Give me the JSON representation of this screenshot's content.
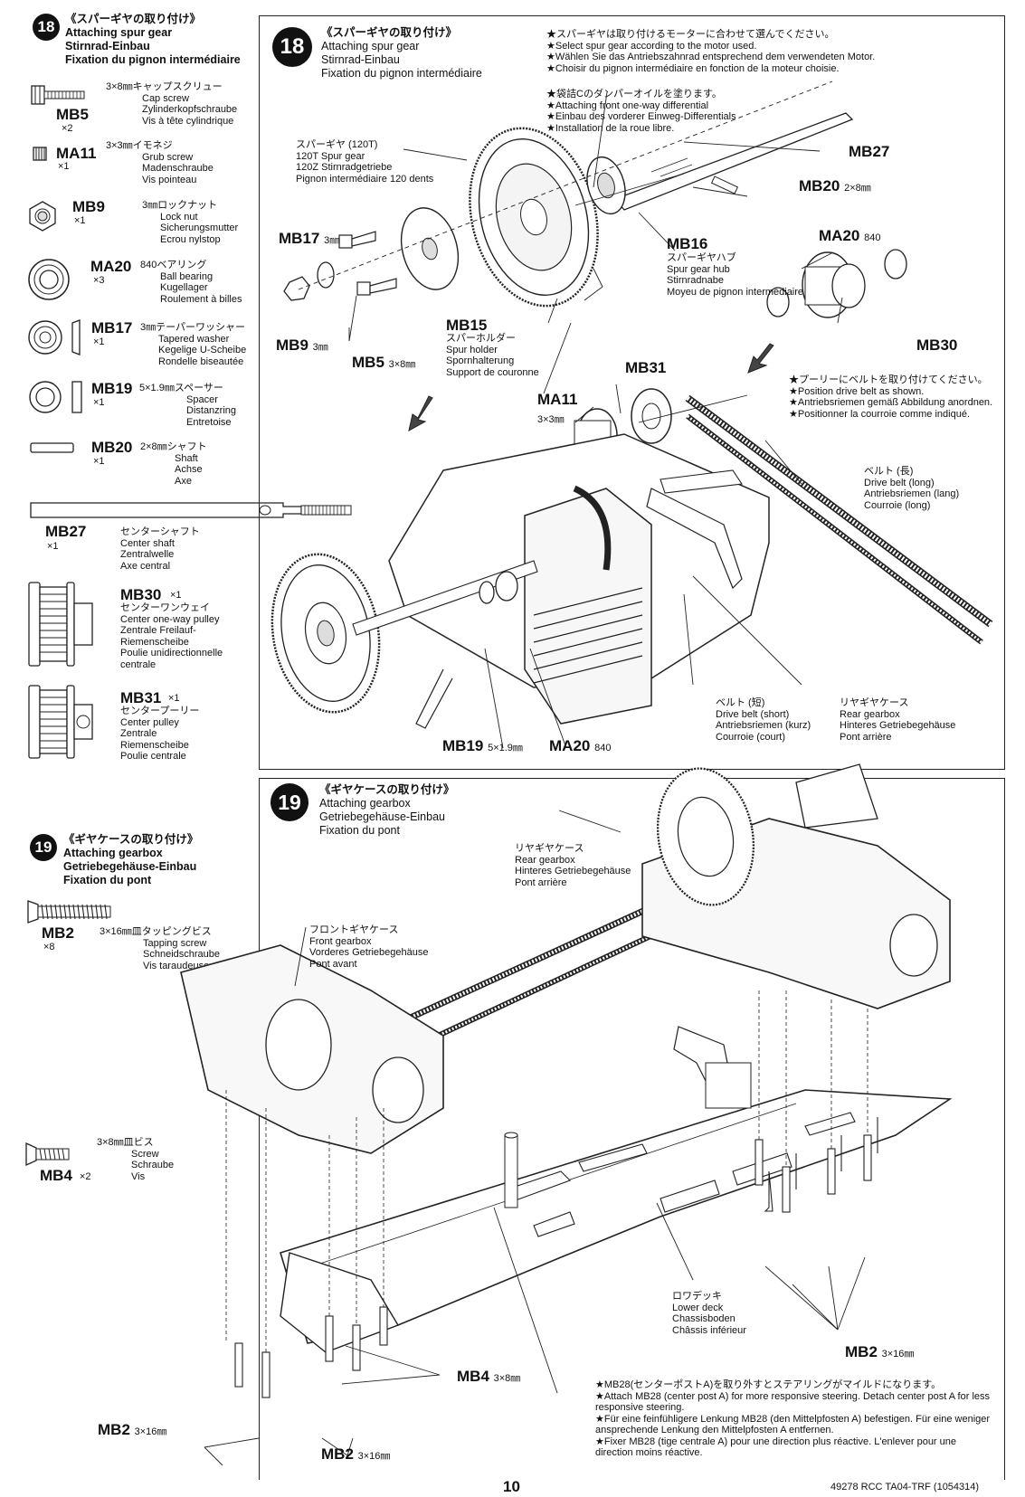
{
  "sidebar18": {
    "step": "18",
    "title_jp": "《スパーギヤの取り付け》",
    "title_en": "Attaching spur gear",
    "title_de": "Stirnrad-Einbau",
    "title_fr": "Fixation du pignon intermédiaire",
    "parts": [
      {
        "code": "MB5",
        "qty": "×2",
        "size_jp": "3×8㎜キャップスクリュー",
        "en": "Cap screw",
        "de": "Zylinderkopfschraube",
        "fr": "Vis à tête cylindrique",
        "icon": "cap-screw"
      },
      {
        "code": "MA11",
        "qty": "×1",
        "size_jp": "3×3㎜イモネジ",
        "en": "Grub screw",
        "de": "Madenschraube",
        "fr": "Vis pointeau",
        "icon": "grub-screw"
      },
      {
        "code": "MB9",
        "qty": "×1",
        "size_jp": "3㎜ロックナット",
        "en": "Lock nut",
        "de": "Sicherungsmutter",
        "fr": "Ecrou nylstop",
        "icon": "lock-nut"
      },
      {
        "code": "MA20",
        "qty": "×3",
        "size_jp": "840ベアリング",
        "en": "Ball bearing",
        "de": "Kugellager",
        "fr": "Roulement à billes",
        "icon": "ball-bearing"
      },
      {
        "code": "MB17",
        "qty": "×1",
        "size_jp": "3㎜テーパーワッシャー",
        "en": "Tapered washer",
        "de": "Kegelige U-Scheibe",
        "fr": "Rondelle biseautée",
        "icon": "tapered-washer"
      },
      {
        "code": "MB19",
        "qty": "×1",
        "size_jp": "5×1.9㎜スペーサー",
        "en": "Spacer",
        "de": "Distanzring",
        "fr": "Entretoise",
        "icon": "spacer"
      },
      {
        "code": "MB20",
        "qty": "×1",
        "size_jp": "2×8㎜シャフト",
        "en": "Shaft",
        "de": "Achse",
        "fr": "Axe",
        "icon": "shaft"
      },
      {
        "code": "MB27",
        "qty": "×1",
        "size_jp": "センターシャフト",
        "en": "Center shaft",
        "de": "Zentralwelle",
        "fr": "Axe central",
        "icon": "center-shaft"
      },
      {
        "code": "MB30",
        "qty": "×1",
        "size_jp": "センターワンウェイ",
        "en": "Center one-way pulley",
        "de": "Zentrale Freilauf-Riemenscheibe",
        "fr": "Poulie unidirectionnelle centrale",
        "icon": "one-way-pulley"
      },
      {
        "code": "MB31",
        "qty": "×1",
        "size_jp": "センタープーリー",
        "en": "Center pulley",
        "de": "Zentrale Riemenscheibe",
        "fr": "Poulie centrale",
        "icon": "center-pulley"
      }
    ]
  },
  "sidebar19": {
    "step": "19",
    "title_jp": "《ギヤケースの取り付け》",
    "title_en": "Attaching gearbox",
    "title_de": "Getriebegehäuse-Einbau",
    "title_fr": "Fixation du pont",
    "parts": [
      {
        "code": "MB2",
        "qty": "×8",
        "size_jp": "3×16㎜皿タッピングビス",
        "en": "Tapping screw",
        "de": "Schneidschraube",
        "fr": "Vis taraudeuse",
        "icon": "tapping-screw"
      },
      {
        "code": "MB4",
        "qty": "×2",
        "size_jp": "3×8㎜皿ビス",
        "en": "Screw",
        "de": "Schraube",
        "fr": "Vis",
        "icon": "countersunk-screw"
      }
    ]
  },
  "step18": {
    "step": "18",
    "title_jp": "《スパーギヤの取り付け》",
    "title_en": "Attaching spur gear",
    "title_de": "Stirnrad-Einbau",
    "title_fr": "Fixation du pignon intermédiaire",
    "note1": [
      "★スパーギヤは取り付けるモーターに合わせて選んでください。",
      "★Select spur gear according to the motor used.",
      "★Wählen Sie das Antriebszahnrad entsprechend dem verwendeten Motor.",
      "★Choisir du pignon intermédiaire en fonction de la moteur choisie."
    ],
    "note2": [
      "★袋詰Cのダンパーオイルを塗ります。",
      "★Attaching front one-way differential",
      "★Einbau des vorderer Einweg-Differentials",
      "★Installation de la roue libre."
    ],
    "note3": [
      "★プーリーにベルトを取り付けてください。",
      "★Position drive belt as shown.",
      "★Antriebsriemen gemäß Abbildung anordnen.",
      "★Positionner la courroie comme indiqué."
    ],
    "spur_label": [
      "スパーギヤ (120T)",
      "120T Spur gear",
      "120Z Stirnradgetriebe",
      "Pignon intermédiaire 120 dents"
    ],
    "hub_label": [
      "スパーギヤハブ",
      "Spur gear hub",
      "Stirnradnabe",
      "Moyeu de pignon intermédiaire"
    ],
    "holder_label": [
      "スパーホルダー",
      "Spur holder",
      "Spornhalterung",
      "Support de couronne"
    ],
    "belt_long": [
      "ベルト (長)",
      "Drive belt (long)",
      "Antriebsriemen (lang)",
      "Courroie (long)"
    ],
    "belt_short": [
      "ベルト (短)",
      "Drive belt (short)",
      "Antriebsriemen (kurz)",
      "Courroie (court)"
    ],
    "rear_gearbox": [
      "リヤギヤケース",
      "Rear gearbox",
      "Hinteres Getriebegehäuse",
      "Pont arrière"
    ],
    "callouts": {
      "mb27": "MB27",
      "mb20": "MB20",
      "mb20_size": "2×8㎜",
      "mb17": "MB17",
      "mb17_size": "3㎜",
      "mb16": "MB16",
      "ma20a": "MA20",
      "ma20a_size": "840",
      "mb9": "MB9",
      "mb9_size": "3㎜",
      "mb5": "MB5",
      "mb5_size": "3×8㎜",
      "mb15": "MB15",
      "mb30": "MB30",
      "mb31": "MB31",
      "ma11": "MA11",
      "ma11_size": "3×3㎜",
      "mb19": "MB19",
      "mb19_size": "5×1.9㎜",
      "ma20b": "MA20",
      "ma20b_size": "840"
    }
  },
  "step19": {
    "step": "19",
    "title_jp": "《ギヤケースの取り付け》",
    "title_en": "Attaching gearbox",
    "title_de": "Getriebegehäuse-Einbau",
    "title_fr": "Fixation du pont",
    "rear_gearbox": [
      "リヤギヤケース",
      "Rear gearbox",
      "Hinteres Getriebegehäuse",
      "Pont arrière"
    ],
    "front_gearbox": [
      "フロントギヤケース",
      "Front gearbox",
      "Vorderes Getriebegehäuse",
      "Pont avant"
    ],
    "lower_deck": [
      "ロワデッキ",
      "Lower deck",
      "Chassisboden",
      "Châssis inférieur"
    ],
    "note": [
      "★MB28(センターポストA)を取り外すとステアリングがマイルドになります。",
      "★Attach MB28 (center post A) for more responsive steering. Detach center post A for less responsive steering.",
      "★Für eine feinfühligere Lenkung MB28 (den Mittelpfosten A) befestigen. Für eine weniger ansprechende Lenkung den Mittelpfosten A entfernen.",
      "★Fixer MB28 (tige centrale A) pour une direction plus réactive. L'enlever pour une direction moins réactive."
    ],
    "callouts": {
      "mb2_right": "MB2",
      "mb2_size": "3×16㎜",
      "mb4": "MB4",
      "mb4_size": "3×8㎜",
      "mb2_left": "MB2",
      "mb2_mid": "MB2"
    }
  },
  "footer": {
    "page_number": "10",
    "doc_id": "49278 RCC TA04-TRF (1054314)"
  }
}
